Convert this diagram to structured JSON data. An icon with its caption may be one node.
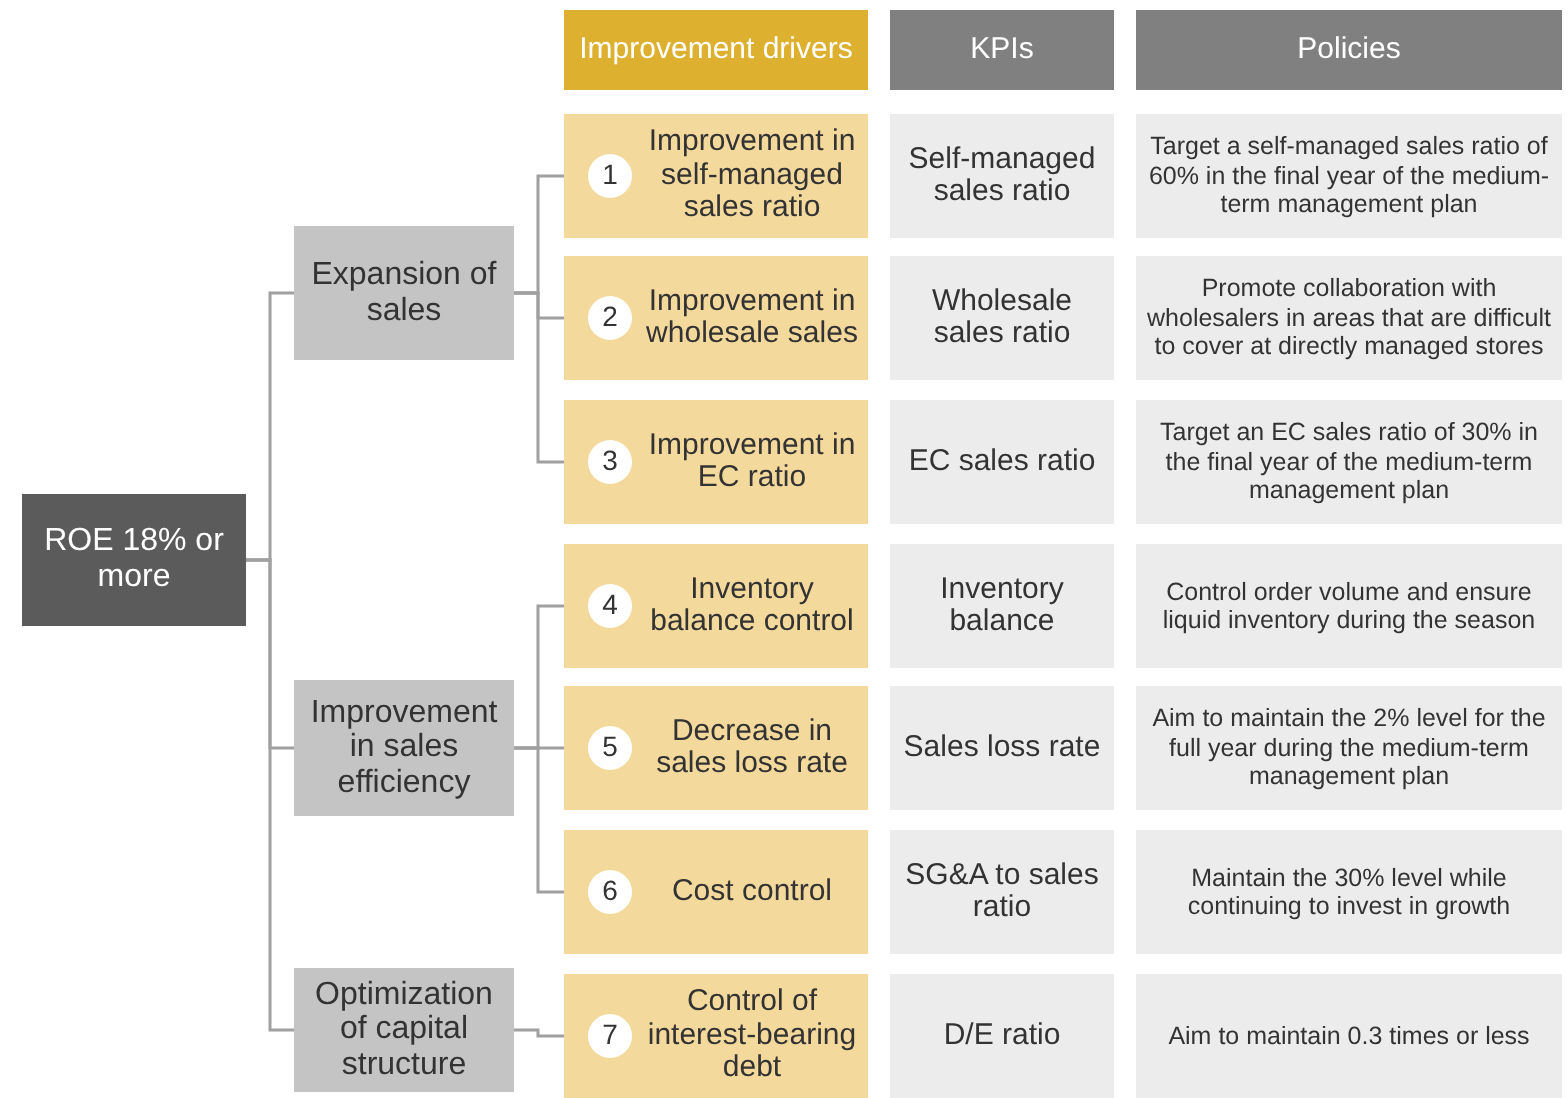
{
  "diagram": {
    "nodes": [
      {
        "text": [
          "Improvement drivers"
        ]
      },
      {
        "text": [
          "KPIs"
        ]
      },
      {
        "text": [
          "Policies"
        ]
      },
      {
        "text": [
          "ROE 18% or more"
        ]
      },
      {
        "text": [
          "Expansion of sales"
        ]
      },
      {
        "text": [
          "Improvement in sales efficiency"
        ]
      },
      {
        "text": [
          "Optimization of capital structure"
        ]
      },
      {
        "text": [
          "1",
          "Improvement in self-managed sales ratio"
        ]
      },
      {
        "text": [
          "Self-managed sales ratio"
        ]
      },
      {
        "text": [
          "Target a self-managed sales ratio of 60% in the final year of the medium-term management plan"
        ]
      },
      {
        "text": [
          "2",
          "Improvement in wholesale sales"
        ]
      },
      {
        "text": [
          "Wholesale sales ratio"
        ]
      },
      {
        "text": [
          "Promote collaboration with wholesalers in areas that are difficult to cover at directly managed stores"
        ]
      },
      {
        "text": [
          "3",
          "Improvement in EC ratio"
        ]
      },
      {
        "text": [
          "EC sales ratio"
        ]
      },
      {
        "text": [
          "Target an EC sales ratio of 30% in the final year of the medium-term management plan"
        ]
      },
      {
        "text": [
          "4",
          "Inventory balance control"
        ]
      },
      {
        "text": [
          "Inventory balance"
        ]
      },
      {
        "text": [
          "Control order volume and ensure liquid inventory during the season"
        ]
      },
      {
        "text": [
          "5",
          "Decrease in sales loss rate"
        ]
      },
      {
        "text": [
          "Sales loss rate"
        ]
      },
      {
        "text": [
          "Aim to maintain the 2% level for the full year during the medium-term management plan"
        ]
      },
      {
        "text": [
          "6",
          "Cost control"
        ]
      },
      {
        "text": [
          "SG&A to sales ratio"
        ]
      },
      {
        "text": [
          "Maintain the 30% level while continuing to invest in growth"
        ]
      },
      {
        "text": [
          "7",
          "Control of interest-bearing debt"
        ]
      },
      {
        "text": [
          "D/E ratio"
        ]
      },
      {
        "text": [
          "Aim to maintain 0.3 times or less"
        ]
      }
    ],
    "edges": [
      {
        "from": 3,
        "to": 4,
        "arrow": "none"
      },
      {
        "from": 3,
        "to": 5,
        "arrow": "none"
      },
      {
        "from": 3,
        "to": 6,
        "arrow": "none"
      },
      {
        "from": 4,
        "to": 7,
        "arrow": "none"
      },
      {
        "from": 4,
        "to": 10,
        "arrow": "none"
      },
      {
        "from": 4,
        "to": 13,
        "arrow": "none"
      },
      {
        "from": 5,
        "to": 16,
        "arrow": "none"
      },
      {
        "from": 5,
        "to": 19,
        "arrow": "none"
      },
      {
        "from": 5,
        "to": 22,
        "arrow": "none"
      },
      {
        "from": 6,
        "to": 25,
        "arrow": "none"
      }
    ]
  }
}
